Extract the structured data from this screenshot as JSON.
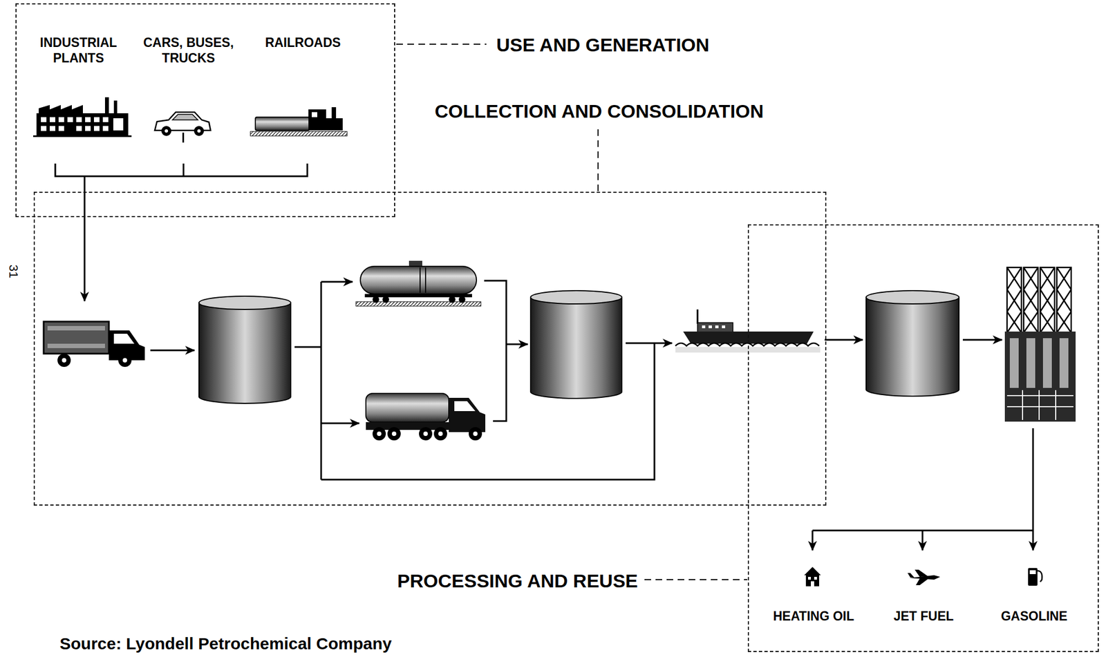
{
  "diagram": {
    "caption": "Source: Lyondell Petrochemical Company",
    "nodes": [
      {
        "text": [
          "USE AND GENERATION"
        ]
      },
      {
        "text": [
          "INDUSTRIAL PLANTS"
        ],
        "in": 0
      },
      {
        "text": [
          "CARS, BUSES, TRUCKS"
        ],
        "in": 0
      },
      {
        "text": [
          "RAILROADS"
        ],
        "in": 0
      },
      {
        "text": [
          "COLLECTION AND CONSOLIDATION"
        ]
      },
      {
        "text": [
          "PROCESSING AND REUSE"
        ]
      },
      {
        "text": [
          "HEATING OIL"
        ],
        "in": 5
      },
      {
        "text": [
          "JET FUEL"
        ],
        "in": 5
      },
      {
        "text": [
          "GASOLINE"
        ],
        "in": 5
      }
    ],
    "labels": [
      "31"
    ]
  }
}
